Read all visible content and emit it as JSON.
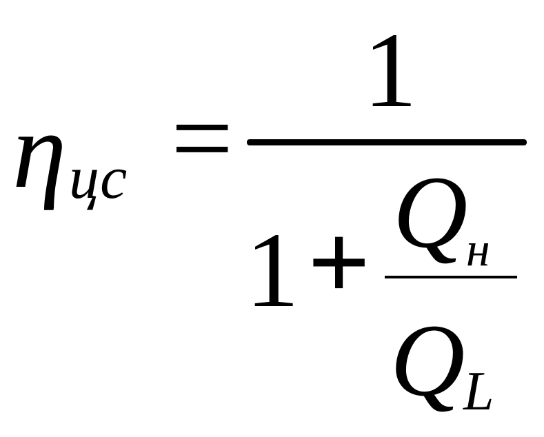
{
  "formula": {
    "lhs": {
      "symbol": "η",
      "subscript": "цс"
    },
    "relation": "=",
    "rhs": {
      "numerator": "1",
      "denominator": {
        "constant": "1",
        "operator": "+",
        "fraction": {
          "numerator_symbol": "Q",
          "numerator_subscript": "н",
          "denominator_symbol": "Q",
          "denominator_subscript": "L"
        }
      }
    }
  }
}
